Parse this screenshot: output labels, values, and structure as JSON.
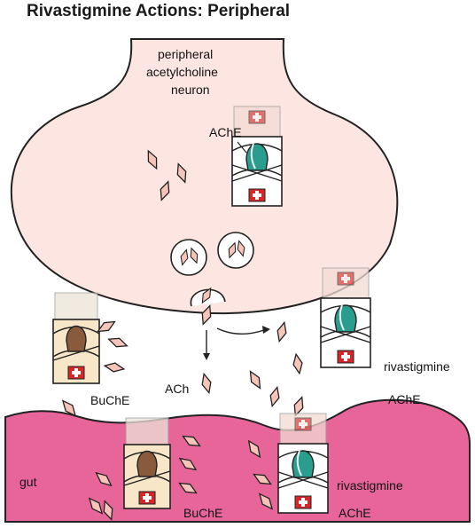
{
  "title": "Rivastigmine Actions: Peripheral",
  "labels": {
    "neuron_line1": "peripheral",
    "neuron_line2": "acetylcholine",
    "neuron_line3": "neuron",
    "ache_neuron": "AChE",
    "buche_top": "BuChE",
    "ach": "ACh",
    "rivastigmine_right": "rivastigmine",
    "ache_right": "AChE",
    "gut": "gut",
    "buche_gut": "BuChE",
    "rivastigmine_gut": "rivastigmine",
    "ache_gut": "AChE"
  },
  "colors": {
    "neuron_fill": "#fde6e2",
    "gut_fill": "#e8659a",
    "ach_fill": "#f6c4b8",
    "ache_body": "#2a9d8f",
    "buche_body": "#8a5a3c",
    "enzyme_box": "#ffffff",
    "cross_red": "#d7262a"
  }
}
